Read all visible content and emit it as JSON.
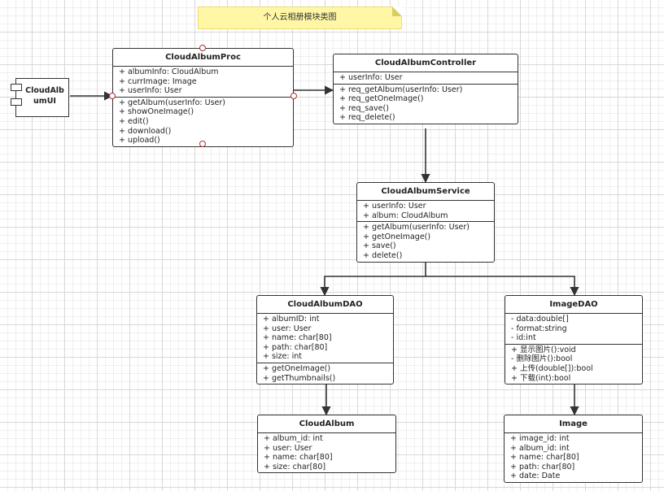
{
  "note": {
    "text": "个人云相册模块类图"
  },
  "component": {
    "name": "CloudAlbumUI"
  },
  "classes": {
    "proc": {
      "name": "CloudAlbumProc",
      "attributes": [
        {
          "vis": "+",
          "text": "albumInfo: CloudAlbum"
        },
        {
          "vis": "+",
          "text": "currImage: Image"
        },
        {
          "vis": "+",
          "text": "userInfo: User"
        }
      ],
      "methods": [
        {
          "vis": "+",
          "text": "getAlbum(userInfo: User)"
        },
        {
          "vis": "+",
          "text": "showOneImage()"
        },
        {
          "vis": "+",
          "text": "edit()"
        },
        {
          "vis": "+",
          "text": "download()"
        },
        {
          "vis": "+",
          "text": "upload()"
        }
      ]
    },
    "controller": {
      "name": "CloudAlbumController",
      "attributes": [
        {
          "vis": "+",
          "text": "userInfo: User"
        }
      ],
      "methods": [
        {
          "vis": "+",
          "text": "req_getAlbum(userInfo: User)"
        },
        {
          "vis": "+",
          "text": "req_getOneImage()"
        },
        {
          "vis": "+",
          "text": "req_save()"
        },
        {
          "vis": "+",
          "text": "req_delete()"
        }
      ]
    },
    "service": {
      "name": "CloudAlbumService",
      "attributes": [
        {
          "vis": "+",
          "text": "userInfo: User"
        },
        {
          "vis": "+",
          "text": "album: CloudAlbum"
        }
      ],
      "methods": [
        {
          "vis": "+",
          "text": "getAlbum(userInfo: User)"
        },
        {
          "vis": "+",
          "text": "getOneImage()"
        },
        {
          "vis": "+",
          "text": "save()"
        },
        {
          "vis": "+",
          "text": "delete()"
        }
      ]
    },
    "albumDao": {
      "name": "CloudAlbumDAO",
      "attributes": [
        {
          "vis": "+",
          "text": "albumID: int"
        },
        {
          "vis": "+",
          "text": "user: User"
        },
        {
          "vis": "+",
          "text": "name: char[80]"
        },
        {
          "vis": "+",
          "text": "path: char[80]"
        },
        {
          "vis": "+",
          "text": "size: int"
        }
      ],
      "methods": [
        {
          "vis": "+",
          "text": "getOneImage()"
        },
        {
          "vis": "+",
          "text": "getThumbnails()"
        }
      ]
    },
    "imageDao": {
      "name": "ImageDAO",
      "attributes": [
        {
          "vis": "-",
          "text": "data:double[]"
        },
        {
          "vis": "-",
          "text": "format:string"
        },
        {
          "vis": "-",
          "text": "id:int"
        }
      ],
      "methods": [
        {
          "vis": "+",
          "text": "显示图片():void"
        },
        {
          "vis": "-",
          "text": "删除图片():bool"
        },
        {
          "vis": "+",
          "text": "上传(double[]):bool"
        },
        {
          "vis": "+",
          "text": "下载(int):bool"
        }
      ]
    },
    "album": {
      "name": "CloudAlbum",
      "attributes": [
        {
          "vis": "+",
          "text": "album_id: int"
        },
        {
          "vis": "+",
          "text": "user: User"
        },
        {
          "vis": "+",
          "text": "name: char[80]"
        },
        {
          "vis": "+",
          "text": "size: char[80]"
        }
      ],
      "methods": []
    },
    "image": {
      "name": "Image",
      "attributes": [
        {
          "vis": "+",
          "text": "image_id: int"
        },
        {
          "vis": "+",
          "text": "album_id: int"
        },
        {
          "vis": "+",
          "text": "name: char[80]"
        },
        {
          "vis": "+",
          "text": "path: char[80]"
        },
        {
          "vis": "+",
          "text": "date: Date"
        }
      ],
      "methods": []
    }
  },
  "colors": {
    "line": "#333333",
    "note_fill": "#fff6a6",
    "port_stroke": "#b03030"
  }
}
